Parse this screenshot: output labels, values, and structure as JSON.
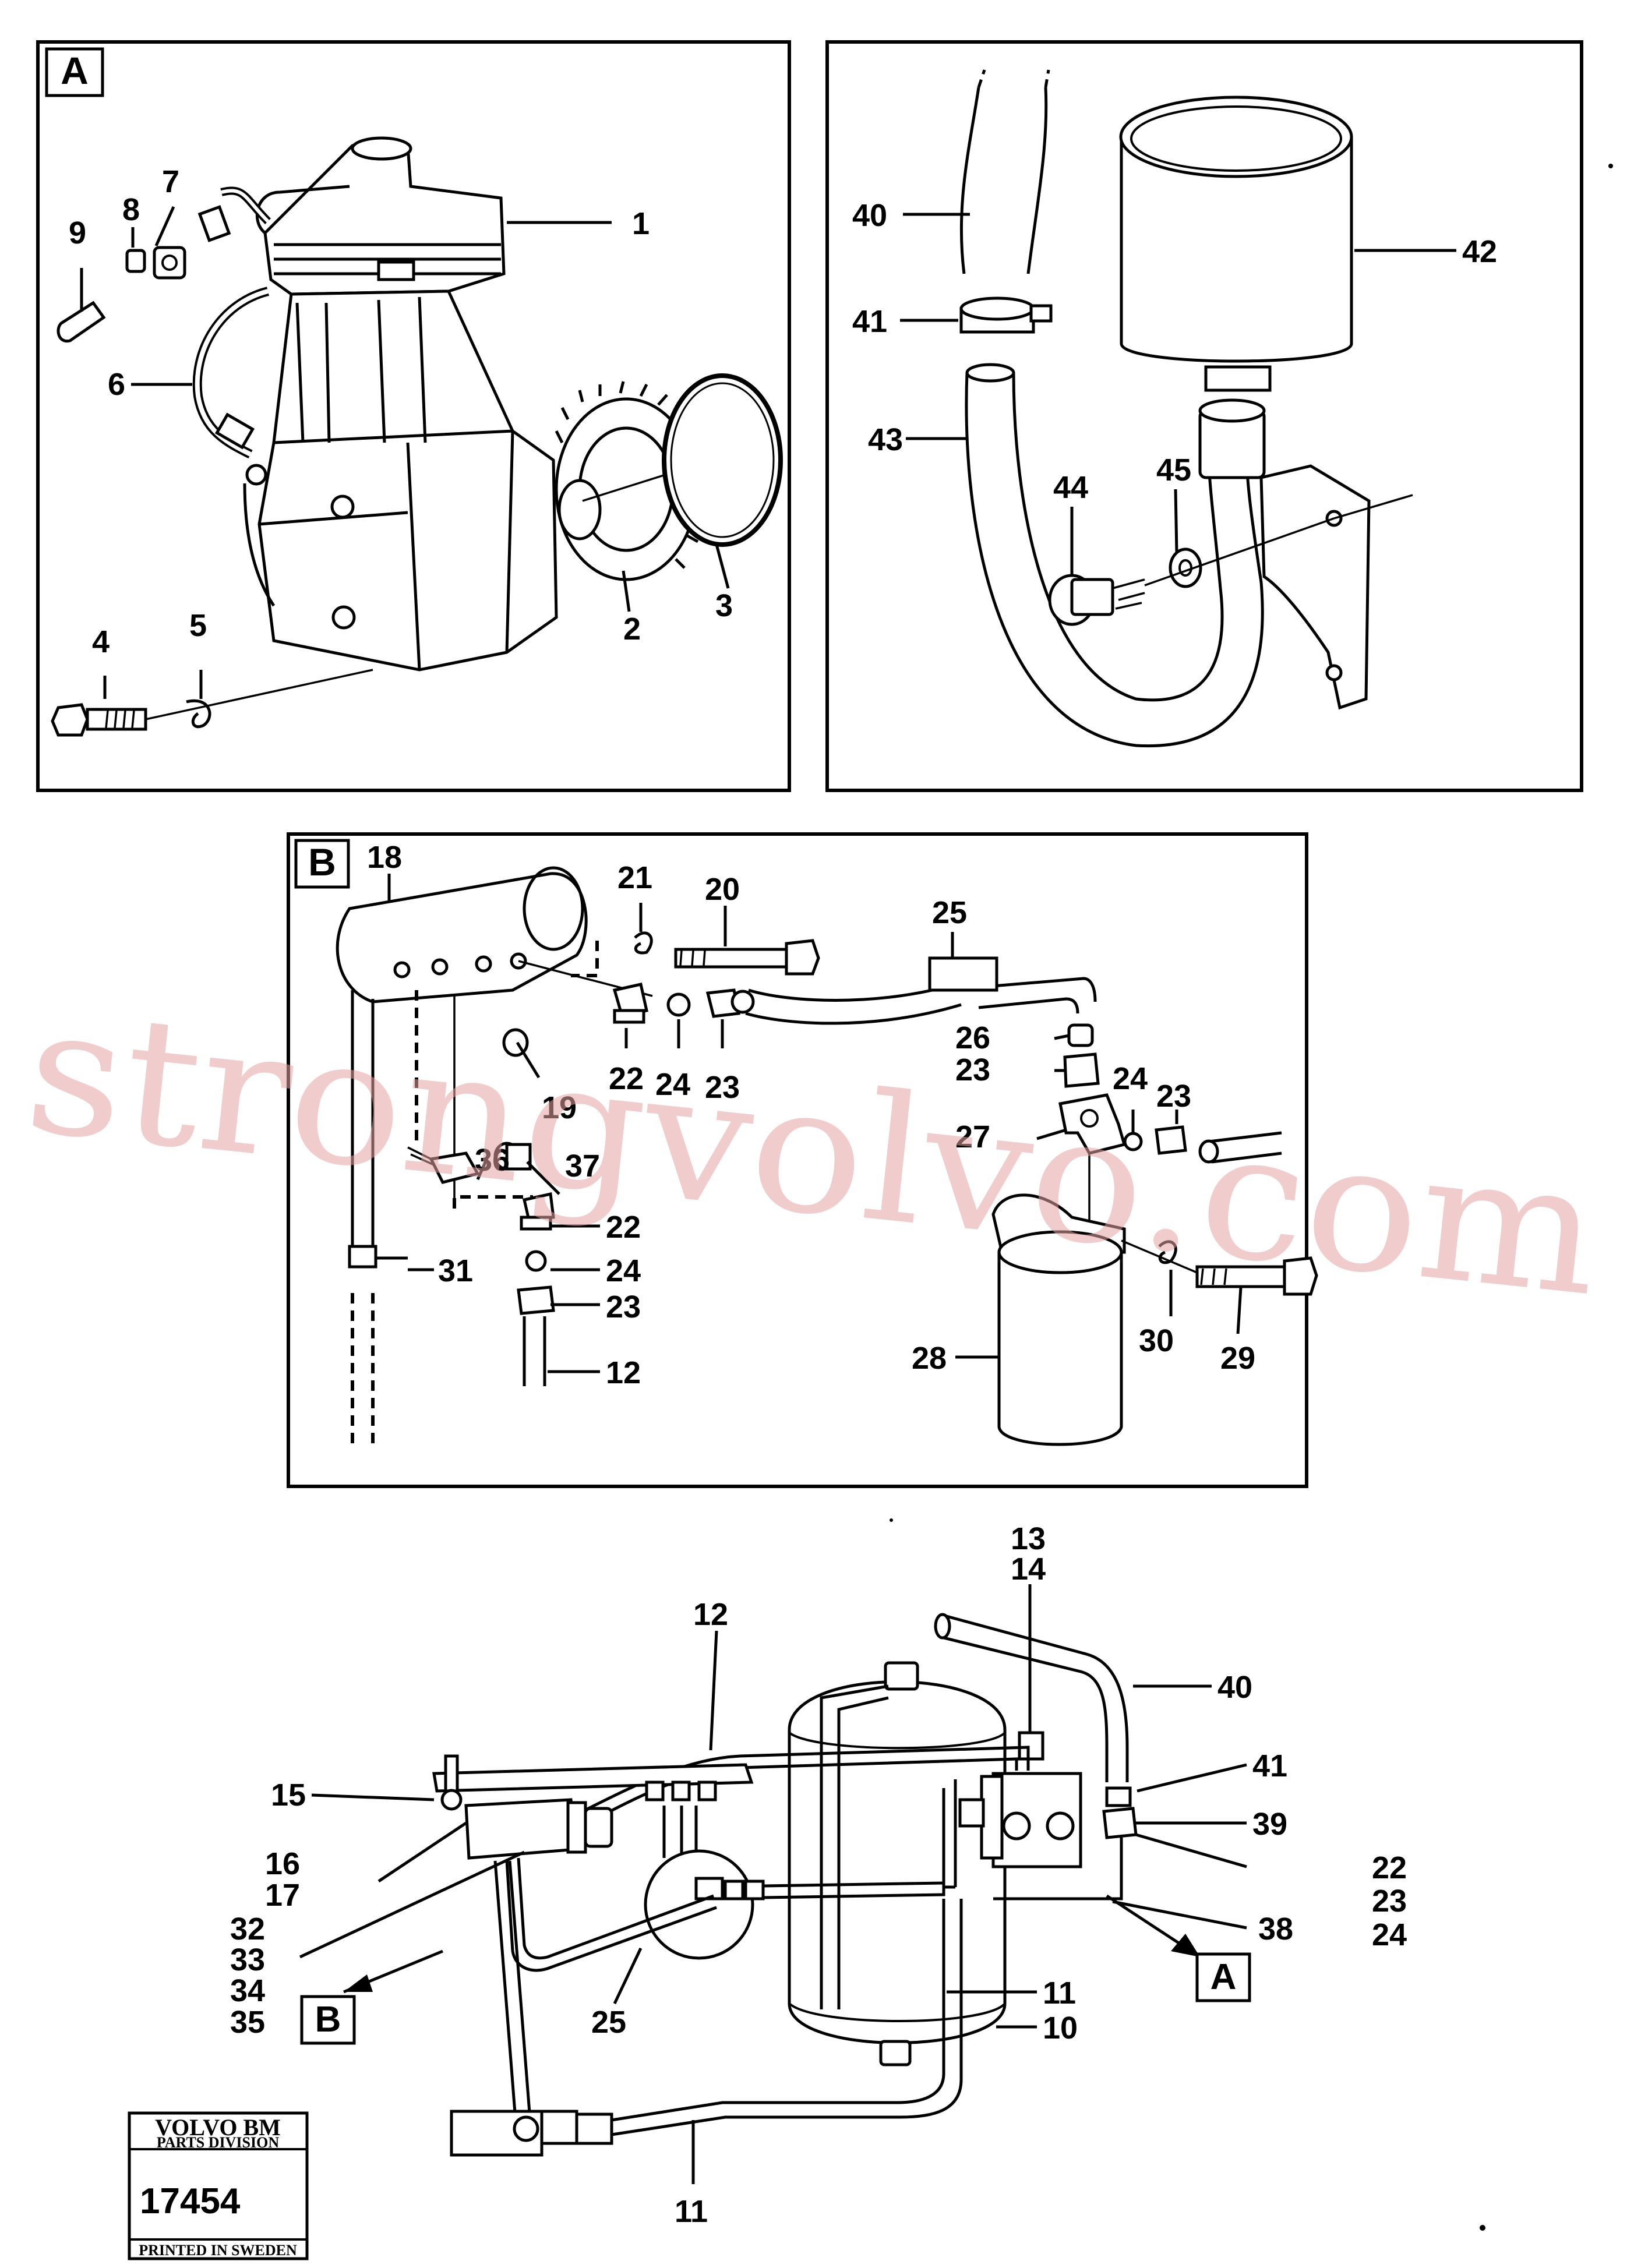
{
  "panels": {
    "a": {
      "tag": "A"
    },
    "b": {
      "tag": "B"
    }
  },
  "labels": {
    "p1": "1",
    "p2": "2",
    "p3": "3",
    "p4": "4",
    "p5": "5",
    "p6": "6",
    "p7": "7",
    "p8": "8",
    "p9": "9",
    "p40": "40",
    "p41": "41",
    "p42": "42",
    "p43": "43",
    "p44": "44",
    "p45": "45",
    "b18": "18",
    "b21": "21",
    "b20": "20",
    "b25": "25",
    "b19": "19",
    "b22a": "22",
    "b24a": "24",
    "b23a": "23",
    "b26": "26",
    "b23b": "23",
    "b24b": "24",
    "b23c": "23",
    "b27": "27",
    "b36": "36",
    "b37": "37",
    "b22b": "22",
    "b24c": "24",
    "b23d": "23",
    "b31": "31",
    "b12": "12",
    "b28": "28",
    "b30": "30",
    "b29": "29",
    "m13": "13",
    "m14": "14",
    "m12": "12",
    "m40": "40",
    "m41": "41",
    "m15": "15",
    "m39": "39",
    "m16": "16",
    "m17": "17",
    "m22": "22",
    "m23": "23",
    "m24": "24",
    "m32": "32",
    "m33": "33",
    "m34": "34",
    "m35": "35",
    "m38": "38",
    "m25": "25",
    "m11a": "11",
    "m10": "10",
    "m11b": "11",
    "ref_a": "A",
    "ref_b": "B"
  },
  "stamp": {
    "brand": "VOLVO BM",
    "division": "PARTS DIVISION",
    "number": "17454",
    "printed": "PRINTED IN SWEDEN"
  },
  "watermark": "strongvolvo.com"
}
